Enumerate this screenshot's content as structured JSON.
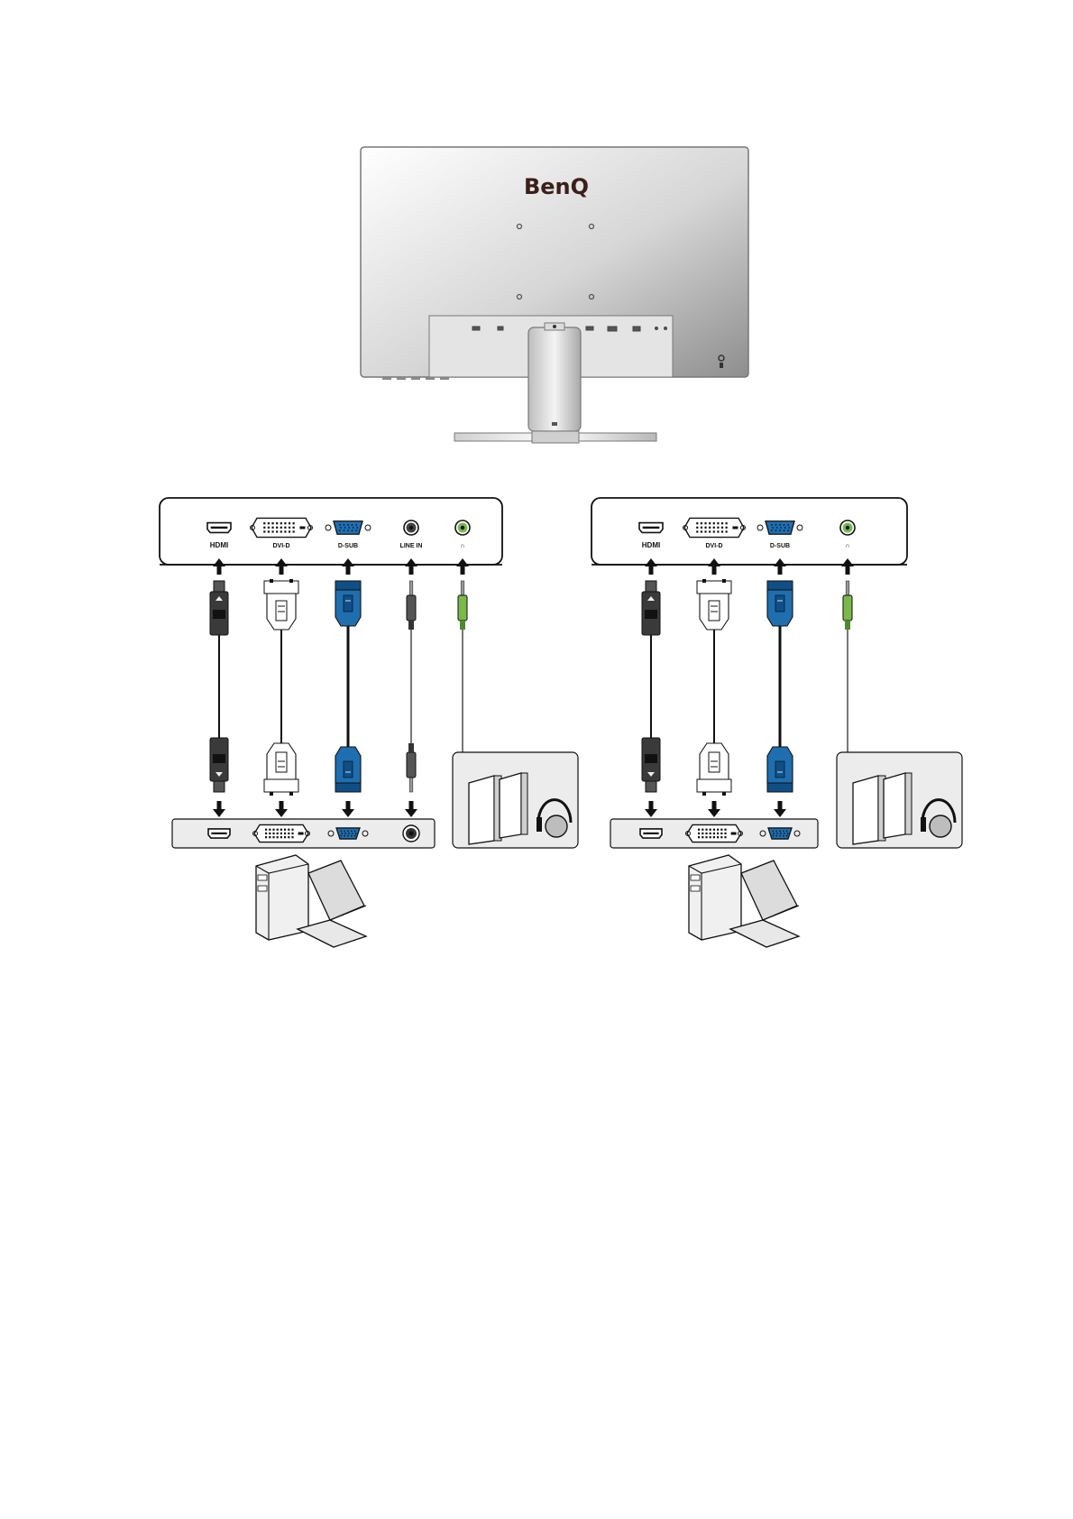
{
  "monitor": {
    "brand": "BenQ"
  },
  "colors": {
    "hdmi_plug": "#3a3a3a",
    "dvi_plug": "#ffffff",
    "dsub_plug": "#1f6fb0",
    "audio_green": "#7ab84a",
    "panel_fill": "#ececec",
    "outline": "#222222"
  },
  "diagrams": [
    {
      "id": "left",
      "ports": [
        {
          "key": "hdmi",
          "label": "HDMI",
          "icon": "hdmi-port-icon"
        },
        {
          "key": "dvi",
          "label": "DVI-D",
          "icon": "dvi-port-icon"
        },
        {
          "key": "dsub",
          "label": "D-SUB",
          "icon": "dsub-port-icon"
        },
        {
          "key": "linein",
          "label": "LINE IN",
          "icon": "line-in-port-icon"
        },
        {
          "key": "headphone",
          "label": "∩",
          "icon": "headphone-port-icon"
        }
      ]
    },
    {
      "id": "right",
      "ports": [
        {
          "key": "hdmi",
          "label": "HDMI",
          "icon": "hdmi-port-icon"
        },
        {
          "key": "dvi",
          "label": "DVI-D",
          "icon": "dvi-port-icon"
        },
        {
          "key": "dsub",
          "label": "D-SUB",
          "icon": "dsub-port-icon"
        },
        {
          "key": "headphone",
          "label": "∩",
          "icon": "headphone-port-icon"
        }
      ]
    }
  ]
}
